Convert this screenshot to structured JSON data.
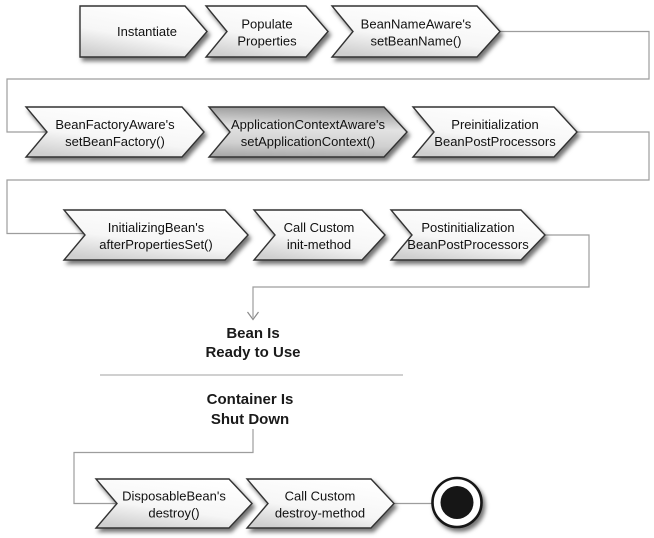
{
  "diagram": {
    "steps": {
      "row1": [
        {
          "l1": "Instantiate"
        },
        {
          "l1": "Populate",
          "l2": "Properties"
        },
        {
          "l1": "BeanNameAware's",
          "l2": "setBeanName()"
        }
      ],
      "row2": [
        {
          "l1": "BeanFactoryAware's",
          "l2": "setBeanFactory()"
        },
        {
          "l1": "ApplicationContextAware's",
          "l2": "setApplicationContext()"
        },
        {
          "l1": "Preinitialization",
          "l2": "BeanPostProcessors"
        }
      ],
      "row3": [
        {
          "l1": "InitializingBean's",
          "l2": "afterPropertiesSet()"
        },
        {
          "l1": "Call Custom",
          "l2": "init-method"
        },
        {
          "l1": "Postinitialization",
          "l2": "BeanPostProcessors"
        }
      ],
      "row4": [
        {
          "l1": "DisposableBean's",
          "l2": "destroy()"
        },
        {
          "l1": "Call Custom",
          "l2": "destroy-method"
        }
      ]
    },
    "labels": {
      "ready1": "Bean Is",
      "ready2": "Ready to Use",
      "shutdown1": "Container Is",
      "shutdown2": "Shut Down"
    },
    "colors": {
      "shape_fill_light": "#ffffff",
      "shape_fill_shaded": "#cfcfcf",
      "highlight_dark": "#969696",
      "highlight_light": "#e2e2e2",
      "shape_stroke": "#333333",
      "connector": "#9d9d9d",
      "final_state": "#161616"
    }
  }
}
